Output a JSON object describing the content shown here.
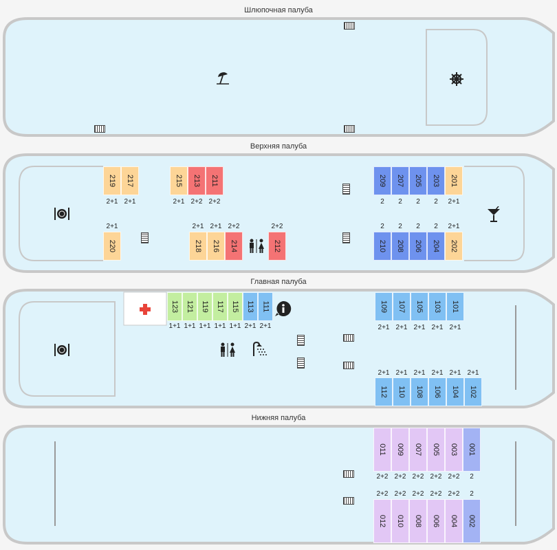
{
  "colors": {
    "hull_fill": "#dff3fb",
    "hull_stroke": "#c8c8c8",
    "cabin_orange": "#fdd597",
    "cabin_red": "#f47374",
    "cabin_blue": "#6e92ee",
    "cabin_light_blue": "#80c0f3",
    "cabin_green": "#c3eea0",
    "cabin_lilac": "#e2c7f5",
    "cabin_periwinkle": "#a3b3f4",
    "medical_cross": "#e8443a"
  },
  "decks": {
    "boat": {
      "title": "Шлюпочная палуба"
    },
    "upper": {
      "title": "Верхняя палуба"
    },
    "main": {
      "title": "Главная палуба"
    },
    "lower": {
      "title": "Нижняя палуба"
    }
  },
  "icons": {
    "boat": [
      "sun-umbrella-icon",
      "ship-wheel-icon",
      "stairs-icon"
    ],
    "upper": [
      "restaurant-icon",
      "cocktail-bar-icon",
      "restroom-icon",
      "stairs-icon"
    ],
    "main": [
      "restaurant-icon",
      "medical-cross-icon",
      "info-icon",
      "restroom-icon",
      "shower-icon",
      "stairs-icon"
    ],
    "lower": [
      "stairs-icon"
    ]
  },
  "cabins": {
    "upper_left_top": [
      {
        "number": "219",
        "capacity": "2+1",
        "color": "orange"
      },
      {
        "number": "217",
        "capacity": "2+1",
        "color": "orange"
      }
    ],
    "upper_mid_top": [
      {
        "number": "215",
        "capacity": "2+1",
        "color": "orange"
      },
      {
        "number": "213",
        "capacity": "2+2",
        "color": "red"
      },
      {
        "number": "211",
        "capacity": "2+2",
        "color": "red"
      }
    ],
    "upper_right_top": [
      {
        "number": "209",
        "capacity": "2",
        "color": "blue"
      },
      {
        "number": "207",
        "capacity": "2",
        "color": "blue"
      },
      {
        "number": "205",
        "capacity": "2",
        "color": "blue"
      },
      {
        "number": "203",
        "capacity": "2",
        "color": "blue"
      },
      {
        "number": "201",
        "capacity": "2+1",
        "color": "orange"
      }
    ],
    "upper_left_bottom": [
      {
        "number": "220",
        "capacity": "2+1",
        "color": "orange"
      }
    ],
    "upper_mid_bottom": [
      {
        "number": "218",
        "capacity": "2+1",
        "color": "orange"
      },
      {
        "number": "216",
        "capacity": "2+1",
        "color": "orange"
      },
      {
        "number": "214",
        "capacity": "2+2",
        "color": "red"
      }
    ],
    "upper_mid_bottom_single": [
      {
        "number": "212",
        "capacity": "2+2",
        "color": "red"
      }
    ],
    "upper_right_bottom": [
      {
        "number": "210",
        "capacity": "2",
        "color": "blue"
      },
      {
        "number": "208",
        "capacity": "2",
        "color": "blue"
      },
      {
        "number": "206",
        "capacity": "2",
        "color": "blue"
      },
      {
        "number": "204",
        "capacity": "2",
        "color": "blue"
      },
      {
        "number": "202",
        "capacity": "2+1",
        "color": "orange"
      }
    ],
    "main_left_top": [
      {
        "number": "123",
        "capacity": "1+1",
        "color": "green"
      },
      {
        "number": "121",
        "capacity": "1+1",
        "color": "green"
      },
      {
        "number": "119",
        "capacity": "1+1",
        "color": "green"
      },
      {
        "number": "117",
        "capacity": "1+1",
        "color": "green"
      },
      {
        "number": "115",
        "capacity": "1+1",
        "color": "green"
      },
      {
        "number": "113",
        "capacity": "2+1",
        "color": "light_blue"
      },
      {
        "number": "111",
        "capacity": "2+1",
        "color": "light_blue"
      }
    ],
    "main_right_top": [
      {
        "number": "109",
        "capacity": "2+1",
        "color": "light_blue"
      },
      {
        "number": "107",
        "capacity": "2+1",
        "color": "light_blue"
      },
      {
        "number": "105",
        "capacity": "2+1",
        "color": "light_blue"
      },
      {
        "number": "103",
        "capacity": "2+1",
        "color": "light_blue"
      },
      {
        "number": "101",
        "capacity": "2+1",
        "color": "light_blue"
      }
    ],
    "main_right_bottom": [
      {
        "number": "112",
        "capacity": "2+1",
        "color": "light_blue"
      },
      {
        "number": "110",
        "capacity": "2+1",
        "color": "light_blue"
      },
      {
        "number": "108",
        "capacity": "2+1",
        "color": "light_blue"
      },
      {
        "number": "106",
        "capacity": "2+1",
        "color": "light_blue"
      },
      {
        "number": "104",
        "capacity": "2+1",
        "color": "light_blue"
      },
      {
        "number": "102",
        "capacity": "2+1",
        "color": "light_blue"
      }
    ],
    "lower_top": [
      {
        "number": "011",
        "capacity": "2+2",
        "color": "lilac"
      },
      {
        "number": "009",
        "capacity": "2+2",
        "color": "lilac"
      },
      {
        "number": "007",
        "capacity": "2+2",
        "color": "lilac"
      },
      {
        "number": "005",
        "capacity": "2+2",
        "color": "lilac"
      },
      {
        "number": "003",
        "capacity": "2+2",
        "color": "lilac"
      },
      {
        "number": "001",
        "capacity": "2",
        "color": "periwinkle"
      }
    ],
    "lower_bottom": [
      {
        "number": "012",
        "capacity": "2+2",
        "color": "lilac"
      },
      {
        "number": "010",
        "capacity": "2+2",
        "color": "lilac"
      },
      {
        "number": "008",
        "capacity": "2+2",
        "color": "lilac"
      },
      {
        "number": "006",
        "capacity": "2+2",
        "color": "lilac"
      },
      {
        "number": "004",
        "capacity": "2+2",
        "color": "lilac"
      },
      {
        "number": "002",
        "capacity": "2",
        "color": "periwinkle"
      }
    ]
  }
}
